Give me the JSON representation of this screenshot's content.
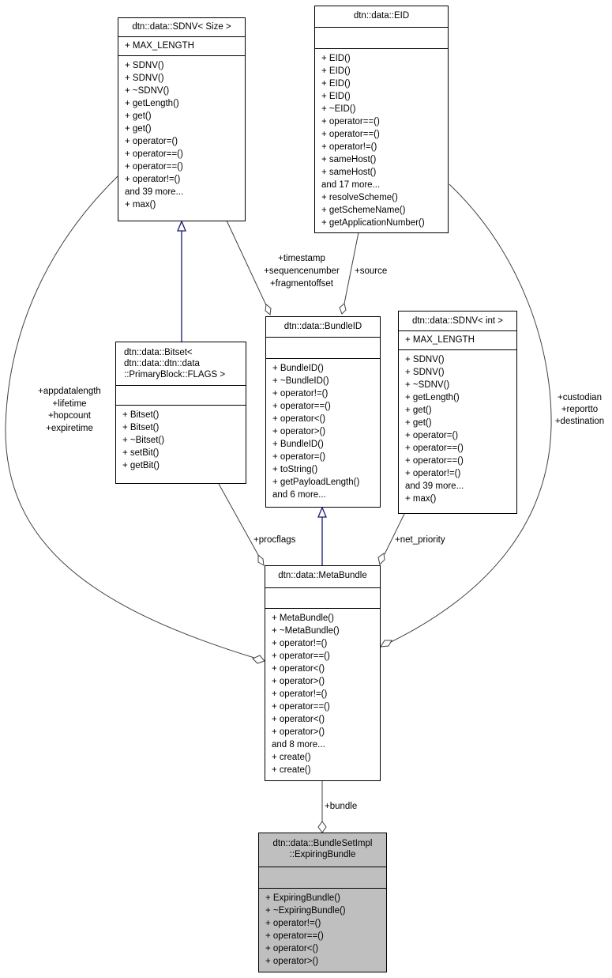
{
  "colors": {
    "edge_assoc": "#404040",
    "edge_inherit": "#191970",
    "current_fill": "#bfbfbf"
  },
  "classes": {
    "sdnv_size": {
      "title": "dtn::data::SDNV< Size >",
      "attributes": [
        "+ MAX_LENGTH"
      ],
      "operations": [
        "+ SDNV()",
        "+ SDNV()",
        "+ ~SDNV()",
        "+ getLength()",
        "+ get()",
        "+ get()",
        "+ operator=()",
        "+ operator==()",
        "+ operator==()",
        "+ operator!=()",
        "and 39 more...",
        "+ max()"
      ]
    },
    "eid": {
      "title": "dtn::data::EID",
      "attributes": [],
      "operations": [
        "+ EID()",
        "+ EID()",
        "+ EID()",
        "+ EID()",
        "+ ~EID()",
        "+ operator==()",
        "+ operator==()",
        "+ operator!=()",
        "+ sameHost()",
        "+ sameHost()",
        "and 17 more...",
        "+ resolveScheme()",
        "+ getSchemeName()",
        "+ getApplicationNumber()"
      ]
    },
    "bitset": {
      "title": "dtn::data::Bitset<\n dtn::data::dtn::data\n::PrimaryBlock::FLAGS >",
      "attributes": [],
      "operations": [
        "+ Bitset()",
        "+ Bitset()",
        "+ ~Bitset()",
        "+ setBit()",
        "+ getBit()"
      ]
    },
    "bundleid": {
      "title": "dtn::data::BundleID",
      "attributes": [],
      "operations": [
        "+ BundleID()",
        "+ ~BundleID()",
        "+ operator!=()",
        "+ operator==()",
        "+ operator<()",
        "+ operator>()",
        "+ BundleID()",
        "+ operator=()",
        "+ toString()",
        "+ getPayloadLength()",
        "and 6 more..."
      ]
    },
    "sdnv_int": {
      "title": "dtn::data::SDNV< int >",
      "attributes": [
        "+ MAX_LENGTH"
      ],
      "operations": [
        "+ SDNV()",
        "+ SDNV()",
        "+ ~SDNV()",
        "+ getLength()",
        "+ get()",
        "+ get()",
        "+ operator=()",
        "+ operator==()",
        "+ operator==()",
        "+ operator!=()",
        "and 39 more...",
        "+ max()"
      ]
    },
    "metabundle": {
      "title": "dtn::data::MetaBundle",
      "attributes": [],
      "operations": [
        "+ MetaBundle()",
        "+ ~MetaBundle()",
        "+ operator!=()",
        "+ operator==()",
        "+ operator<()",
        "+ operator>()",
        "+ operator!=()",
        "+ operator==()",
        "+ operator<()",
        "+ operator>()",
        "and 8 more...",
        "+ create()",
        "+ create()"
      ]
    },
    "expiring": {
      "title": "dtn::data::BundleSetImpl\n::ExpiringBundle",
      "attributes": [],
      "operations": [
        "+ ExpiringBundle()",
        "+ ~ExpiringBundle()",
        "+ operator!=()",
        "+ operator==()",
        "+ operator<()",
        "+ operator>()"
      ]
    }
  },
  "edge_labels": {
    "timestamp_group": [
      "+timestamp",
      "+sequencenumber",
      "+fragmentoffset"
    ],
    "source": [
      "+source"
    ],
    "appdata_group": [
      "+appdatalength",
      "+lifetime",
      "+hopcount",
      "+expiretime"
    ],
    "custodian_group": [
      "+custodian",
      "+reportto",
      "+destination"
    ],
    "procflags": [
      "+procflags"
    ],
    "net_priority": [
      "+net_priority"
    ],
    "bundle": [
      "+bundle"
    ]
  }
}
